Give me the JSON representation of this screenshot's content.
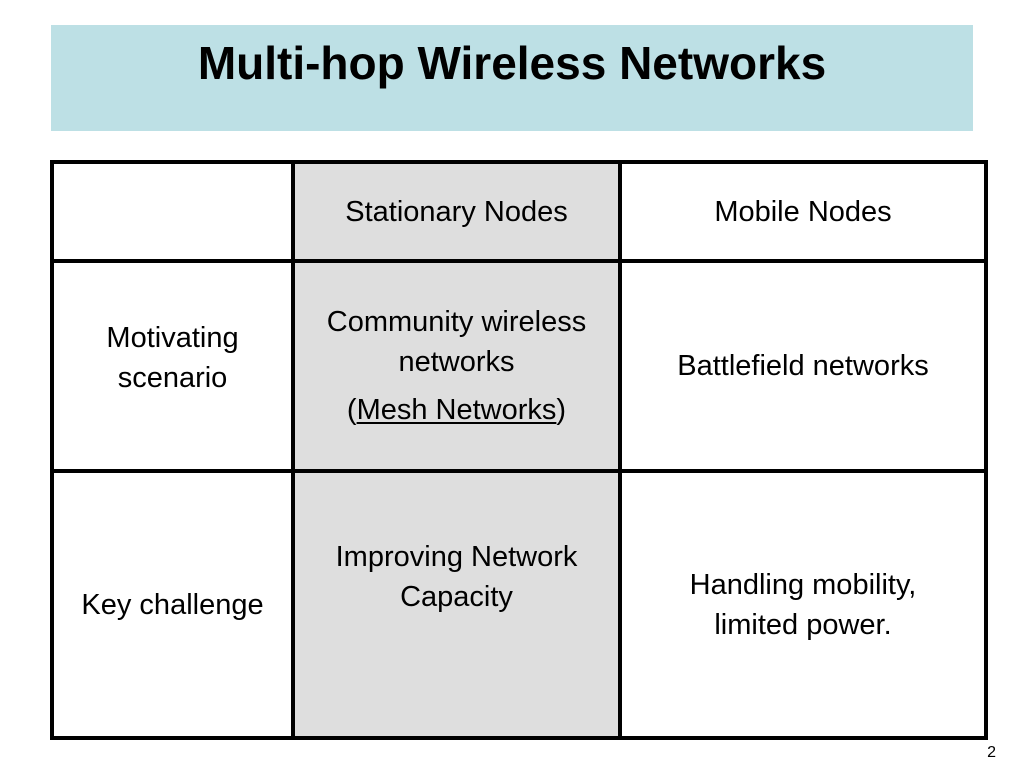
{
  "slide": {
    "title": "Multi-hop Wireless Networks",
    "page_number": "2"
  },
  "table": {
    "header": {
      "corner": "",
      "stationary": "Stationary Nodes",
      "mobile": "Mobile Nodes"
    },
    "motivating": {
      "label_line1": "Motivating",
      "label_line2": "scenario",
      "stationary_line1": "Community wireless",
      "stationary_line2": "networks",
      "stationary_paren_open": "(",
      "stationary_link": "Mesh Networks",
      "stationary_paren_close": ")",
      "mobile": "Battlefield networks"
    },
    "challenge": {
      "label": "Key challenge",
      "stationary_line1": "Improving Network",
      "stationary_line2": "Capacity",
      "mobile_line1": "Handling mobility,",
      "mobile_line2": "limited power."
    }
  }
}
